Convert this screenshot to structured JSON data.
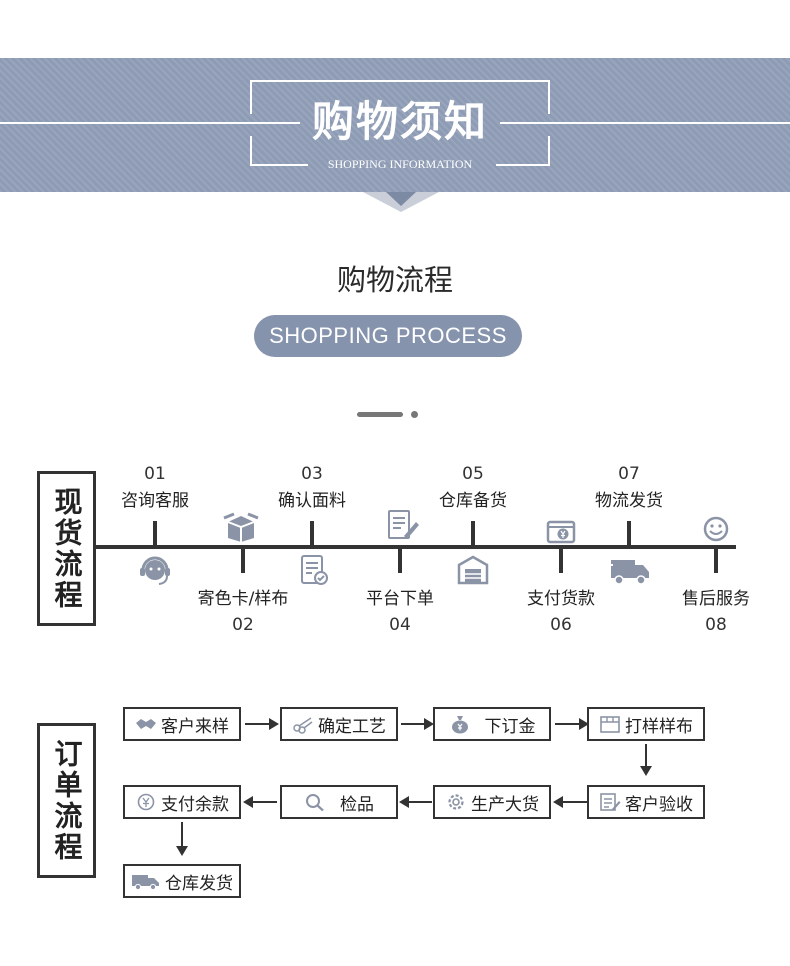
{
  "banner": {
    "title": "购物须知",
    "subtitle": "SHOPPING INFORMATION"
  },
  "section": {
    "title": "购物流程",
    "pill": "SHOPPING PROCESS"
  },
  "stock_process": {
    "label": "现货流程",
    "steps": [
      {
        "num": "01",
        "text": "咨询客服",
        "icon": "headset-icon"
      },
      {
        "num": "02",
        "text": "寄色卡/样布",
        "icon": "package-icon"
      },
      {
        "num": "03",
        "text": "确认面料",
        "icon": "checklist-icon"
      },
      {
        "num": "04",
        "text": "平台下单",
        "icon": "edit-form-icon"
      },
      {
        "num": "05",
        "text": "仓库备货",
        "icon": "warehouse-icon"
      },
      {
        "num": "06",
        "text": "支付货款",
        "icon": "wallet-yen-icon"
      },
      {
        "num": "07",
        "text": "物流发货",
        "icon": "truck-icon"
      },
      {
        "num": "08",
        "text": "售后服务",
        "icon": "smiley-icon"
      }
    ]
  },
  "order_process": {
    "label": "订单流程",
    "boxes": [
      {
        "text": "客户来样",
        "icon": "handshake-icon"
      },
      {
        "text": "确定工艺",
        "icon": "scissors-icon"
      },
      {
        "text": "下订金",
        "icon": "money-bag-icon"
      },
      {
        "text": "打样样布",
        "icon": "box-icon"
      },
      {
        "text": "客户验收",
        "icon": "document-sign-icon"
      },
      {
        "text": "生产大货",
        "icon": "gear-icon"
      },
      {
        "text": "检品",
        "icon": "search-icon"
      },
      {
        "text": "支付余款",
        "icon": "yen-coin-icon"
      },
      {
        "text": "仓库发货",
        "icon": "delivery-truck-icon"
      }
    ]
  },
  "colors": {
    "banner": "#8d9bb4",
    "pill": "#8593ad",
    "icon": "#8b94a6",
    "line": "#333333"
  }
}
